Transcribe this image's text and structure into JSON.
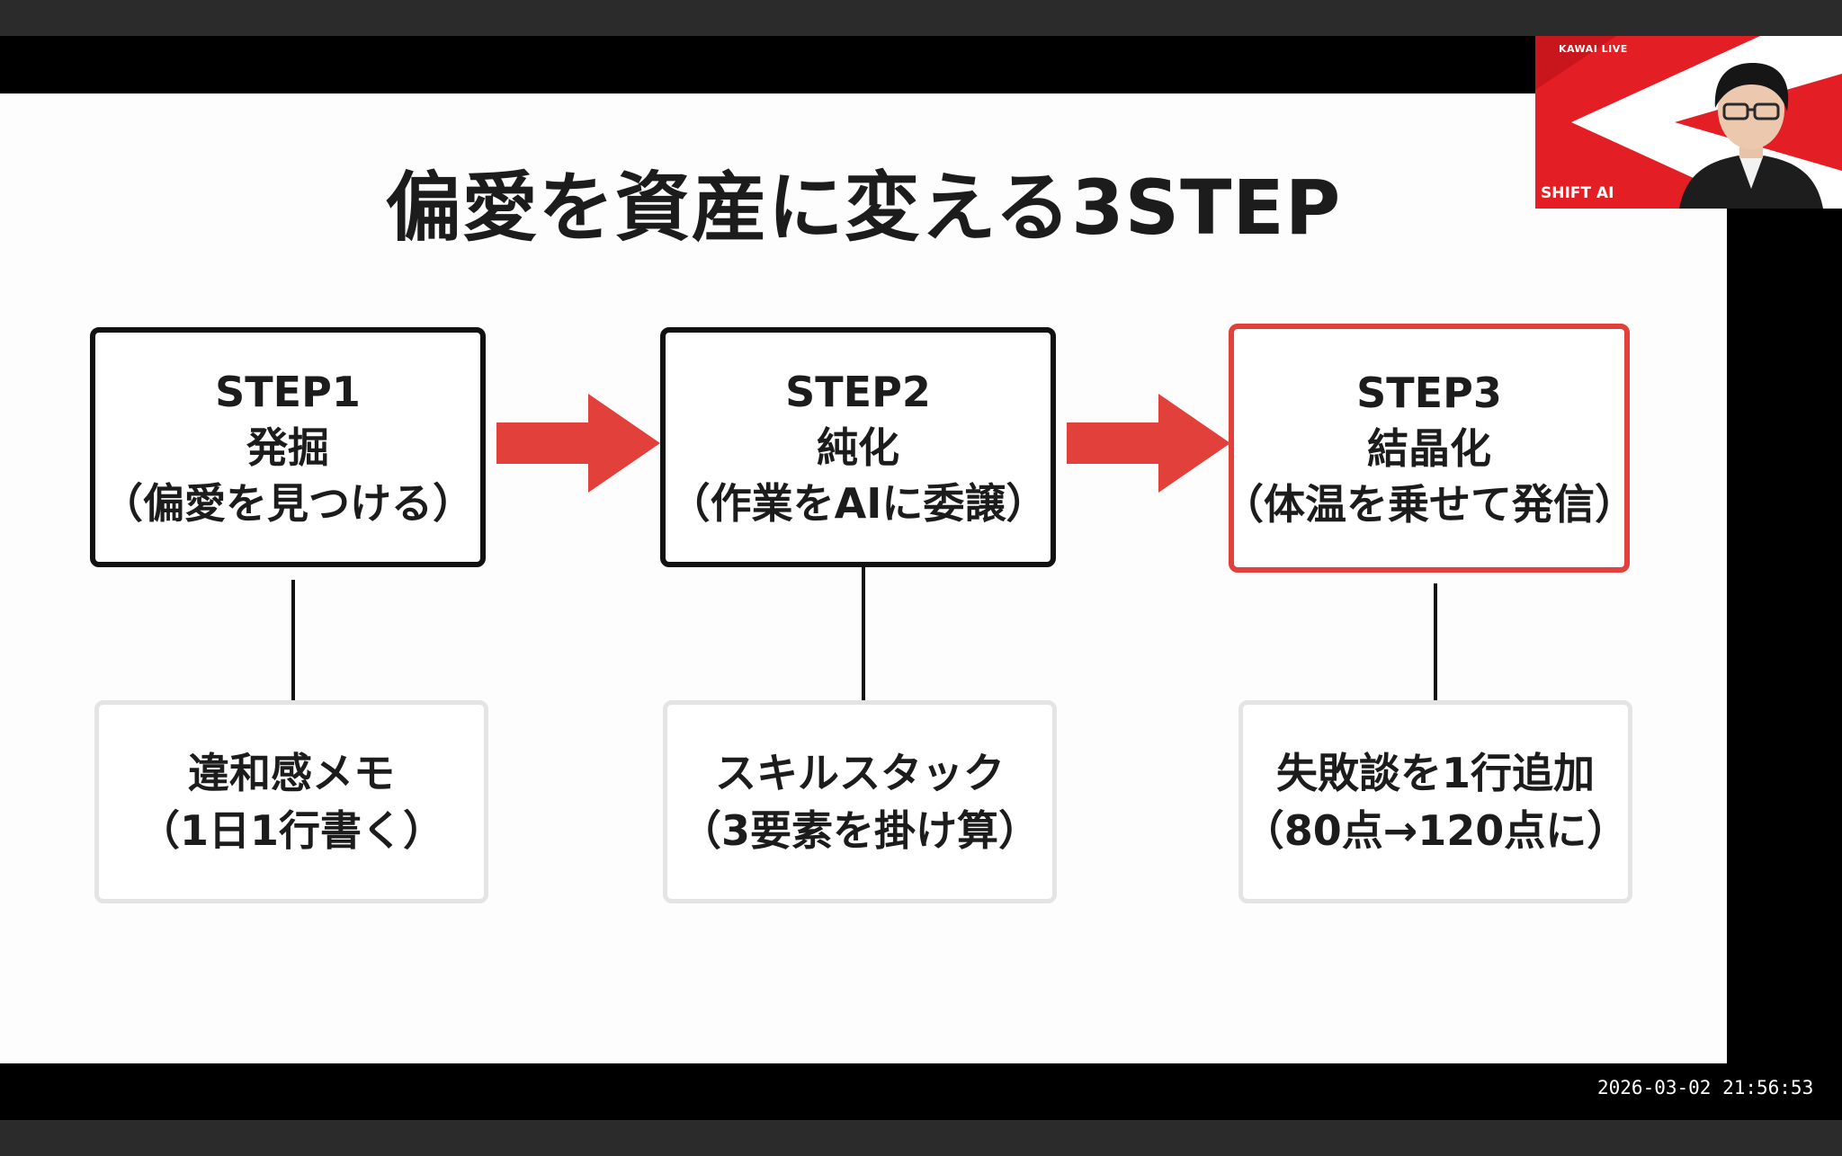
{
  "slide": {
    "title": "偏愛を資産に変える3STEP",
    "accent_color": "#e2413b",
    "steps": [
      {
        "lines": [
          "STEP1",
          "発掘",
          "（偏愛を見つける）"
        ],
        "highlighted": false,
        "detail_lines": [
          "違和感メモ",
          "（1日1行書く）"
        ]
      },
      {
        "lines": [
          "STEP2",
          "純化",
          "（作業をAIに委譲）"
        ],
        "highlighted": false,
        "detail_lines": [
          "スキルスタック",
          "（3要素を掛け算）"
        ]
      },
      {
        "lines": [
          "STEP3",
          "結晶化",
          "（体温を乗せて発信）"
        ],
        "highlighted": true,
        "detail_lines": [
          "失敗談を1行追加",
          "（80点→120点に）"
        ]
      }
    ]
  },
  "webcam": {
    "brand": "KAWAI LIVE",
    "label": "SHIFT AI",
    "background_color": "#e31e24"
  },
  "timestamp": "2026-03-02  21:56:53"
}
